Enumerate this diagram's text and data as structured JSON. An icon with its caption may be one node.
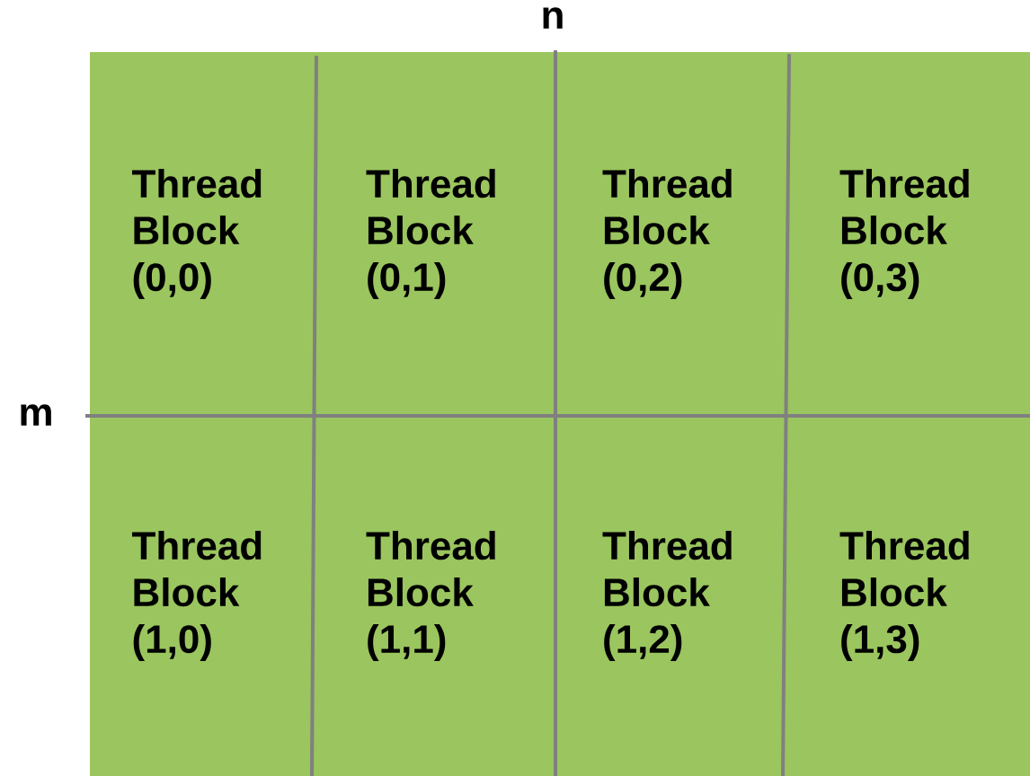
{
  "diagram": {
    "nodes": [
      {
        "text": [
          "Thread Block (0,0)"
        ]
      },
      {
        "text": [
          "Thread Block (0,1)"
        ]
      },
      {
        "text": [
          "Thread Block (0,2)"
        ]
      },
      {
        "text": [
          "Thread Block (0,3)"
        ]
      },
      {
        "text": [
          "Thread Block (1,0)"
        ]
      },
      {
        "text": [
          "Thread Block (1,1)"
        ]
      },
      {
        "text": [
          "Thread Block (1,2)"
        ]
      },
      {
        "text": [
          "Thread Block (1,3)"
        ]
      }
    ],
    "labels": [
      "n",
      "m"
    ]
  }
}
